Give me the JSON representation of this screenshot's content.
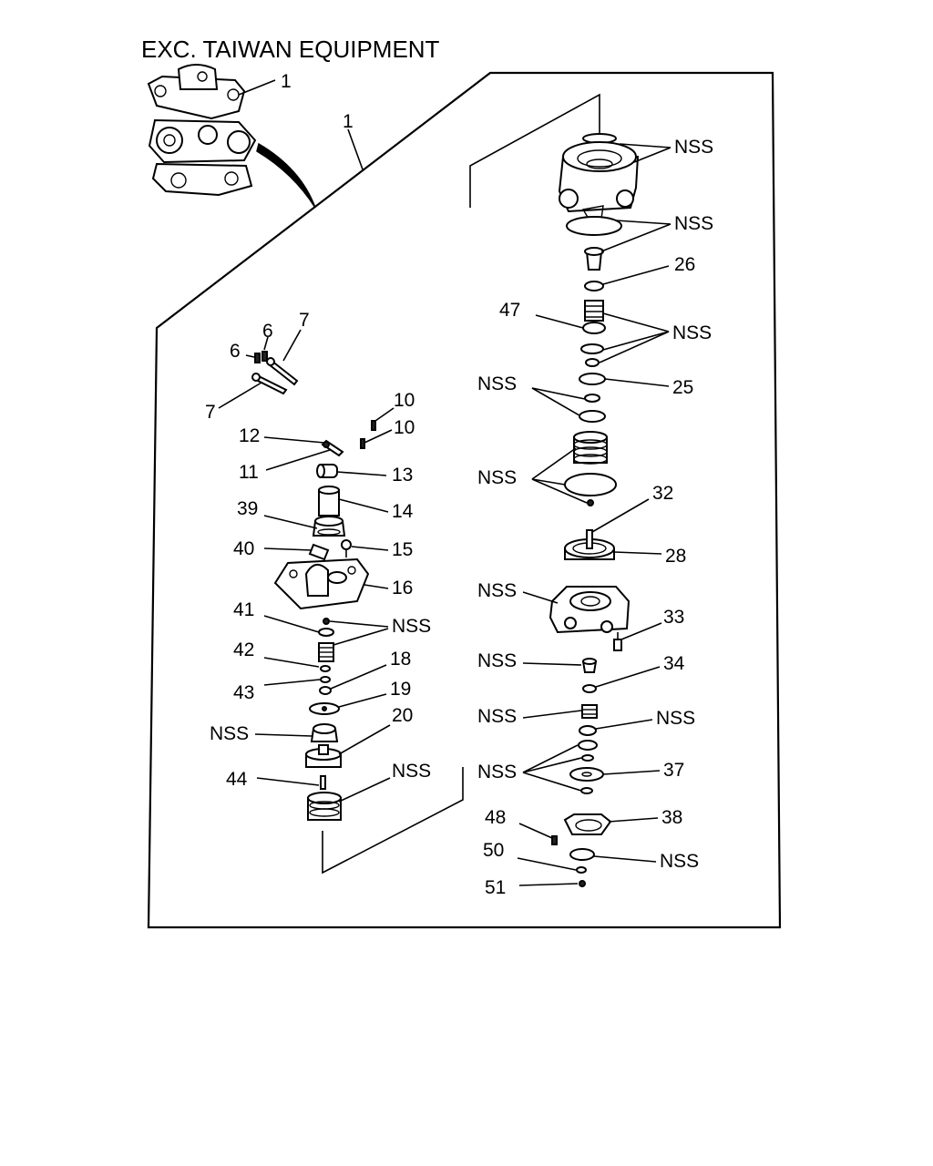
{
  "title": "EXC. TAIWAN EQUIPMENT",
  "callouts": {
    "c_1a": "1",
    "c_1b": "1",
    "c_6a": "6",
    "c_6b": "6",
    "c_7a": "7",
    "c_7b": "7",
    "c_10a": "10",
    "c_10b": "10",
    "c_12": "12",
    "c_11": "11",
    "c_13": "13",
    "c_14": "14",
    "c_39": "39",
    "c_40": "40",
    "c_15": "15",
    "c_16": "16",
    "c_41": "41",
    "c_nss_l1": "NSS",
    "c_42": "42",
    "c_18": "18",
    "c_43": "43",
    "c_19": "19",
    "c_nss_l2": "NSS",
    "c_20": "20",
    "c_44": "44",
    "c_nss_l3": "NSS",
    "c_nss_r1": "NSS",
    "c_nss_r2": "NSS",
    "c_26": "26",
    "c_47": "47",
    "c_nss_r3": "NSS",
    "c_nss_r4": "NSS",
    "c_25": "25",
    "c_nss_r5": "NSS",
    "c_32": "32",
    "c_28": "28",
    "c_nss_r6": "NSS",
    "c_33": "33",
    "c_nss_r7": "NSS",
    "c_34": "34",
    "c_nss_r8": "NSS",
    "c_nss_r9": "NSS",
    "c_nss_r10": "NSS",
    "c_37": "37",
    "c_48": "48",
    "c_38": "38",
    "c_50": "50",
    "c_nss_r11": "NSS",
    "c_51": "51"
  }
}
